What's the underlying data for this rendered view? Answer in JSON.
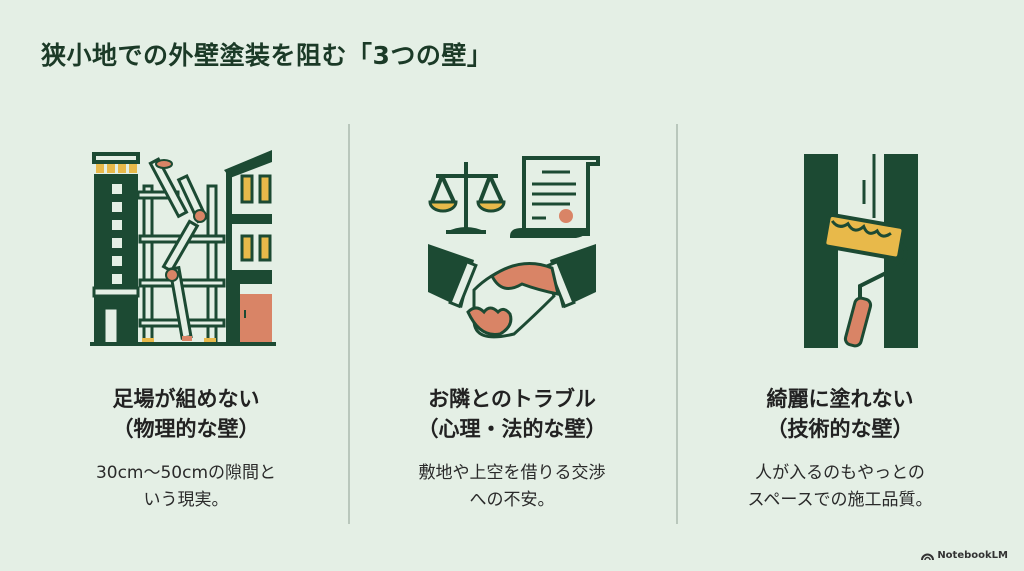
{
  "slide": {
    "title": "狭小地での外壁塗装を阻む「3つの壁」",
    "colors": {
      "background": "#e4efe5",
      "dark_green": "#1c4a33",
      "yellow": "#e8b94a",
      "coral": "#d98466",
      "text": "#222222"
    }
  },
  "columns": [
    {
      "icon": "scaffolding-between-buildings-icon",
      "heading": "足場が組めない",
      "subheading": "（物理的な壁）",
      "description_line1": "30cm〜50cmの隙間と",
      "description_line2": "いう現実。"
    },
    {
      "icon": "handshake-scales-contract-icon",
      "heading": "お隣とのトラブル",
      "subheading": "（心理・法的な壁）",
      "description_line1": "敷地や上空を借りる交渉",
      "description_line2": "への不安。"
    },
    {
      "icon": "paint-roller-narrow-gap-icon",
      "heading": "綺麗に塗れない",
      "subheading": "（技術的な壁）",
      "description_line1": "人が入るのもやっとの",
      "description_line2": "スペースでの施工品質。"
    }
  ],
  "footer": {
    "brand": "NotebookLM"
  }
}
